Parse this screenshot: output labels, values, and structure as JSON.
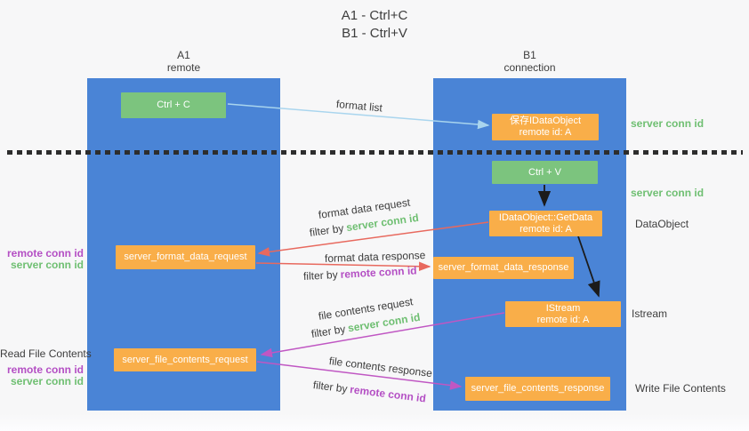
{
  "title": {
    "line1": "A1 - Ctrl+C",
    "line2": "B1 - Ctrl+V"
  },
  "columns": {
    "left": {
      "name": "A1",
      "role": "remote"
    },
    "right": {
      "name": "B1",
      "role": "connection"
    }
  },
  "nodes": {
    "ctrl_c": {
      "label": "Ctrl + C"
    },
    "save_dataobject": {
      "line1": "保存IDataObject",
      "line2": "remote id: A"
    },
    "ctrl_v": {
      "label": "Ctrl + V"
    },
    "getdata": {
      "line1": "IDataObject::GetData",
      "line2": "remote id: A"
    },
    "format_request": {
      "label": "server_format_data_request"
    },
    "format_response": {
      "label": "server_format_data_response"
    },
    "istream": {
      "line1": "IStream",
      "line2": "remote id: A"
    },
    "file_request": {
      "label": "server_file_contents_request"
    },
    "file_response": {
      "label": "server_file_contents_response"
    }
  },
  "side_labels": {
    "server_conn_id_top": "server conn id",
    "server_conn_id_mid": "server conn id",
    "dataobject": "DataObject",
    "istream": "Istream",
    "write_file_contents": "Write File Contents",
    "read_file_contents": "Read File Contents",
    "remote_conn_id": "remote conn id",
    "server_conn_id": "server conn id"
  },
  "arrow_labels": {
    "format_list": "format list",
    "format_data_request": "format data request",
    "format_data_response": "format data response",
    "file_contents_request": "file contents request",
    "file_contents_response": "file contents response",
    "filter_by": "filter by",
    "server_conn_id": "server conn id",
    "remote_conn_id": "remote conn id"
  },
  "colors": {
    "column_blue": "#4a84d6",
    "box_green": "#7cc47e",
    "box_orange": "#f9ae49",
    "arrow_light_blue": "#a9d5ee",
    "arrow_red": "#e8695e",
    "arrow_magenta": "#c057c3",
    "arrow_black": "#1b1b1b",
    "label_green": "#6fbf72",
    "label_purple": "#b44fc4",
    "text_dark": "#3d3d3d"
  }
}
